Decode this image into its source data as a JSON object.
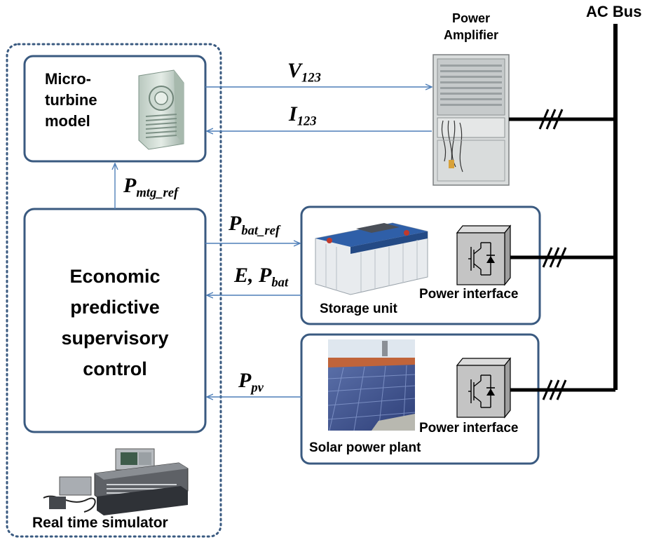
{
  "labels": {
    "ac_bus": "AC Bus",
    "power_amplifier": [
      "Power",
      "Amplifier"
    ],
    "microturbine_model": [
      "Micro-",
      "turbine",
      "model"
    ],
    "epsc": [
      "Economic",
      "predictive",
      "supervisory",
      "control"
    ],
    "storage_unit": "Storage unit",
    "power_interface_1": "Power interface",
    "power_interface_2": "Power interface",
    "solar_power_plant": "Solar power plant",
    "real_time_simulator": "Real time simulator"
  },
  "signals": {
    "v123": {
      "base": "V",
      "sub": "123"
    },
    "i123": {
      "base": "I",
      "sub": "123"
    },
    "p_mtg_ref": {
      "base": "P",
      "sub": "mtg_ref"
    },
    "p_bat_ref": {
      "base": "P",
      "sub": "bat_ref"
    },
    "e_p_bat": {
      "prefix": "E, ",
      "base": "P",
      "sub": "bat"
    },
    "p_pv": {
      "base": "P",
      "sub": "pv"
    }
  },
  "colors": {
    "box_border": "#3a5a80",
    "arrow": "#4f7fb8",
    "bus": "#000000"
  }
}
